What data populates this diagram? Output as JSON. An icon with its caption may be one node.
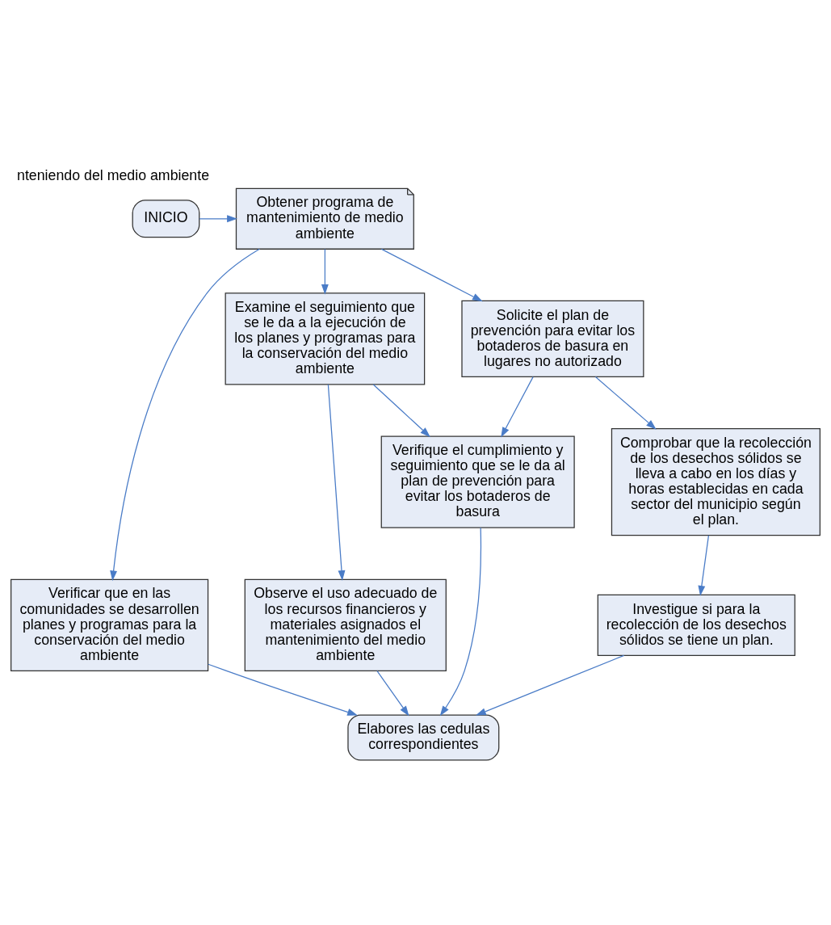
{
  "diagram": {
    "title": "nteniendo del medio ambiente",
    "nodes": [
      {
        "text": [
          "INICIO"
        ]
      },
      {
        "text": [
          "Obtener programa de mantenimiento de medio ambiente"
        ]
      },
      {
        "text": [
          "Verificar que en las comunidades se desarrollen planes y programas para la conservación del medio ambiente"
        ]
      },
      {
        "text": [
          "Examine el seguimiento que se le da a la ejecución de los planes y programas para la conservación del medio ambiente"
        ]
      },
      {
        "text": [
          "Solicite el plan de prevención para evitar los botaderos de basura en lugares no autorizado"
        ]
      },
      {
        "text": [
          "Comprobar que la recolección de los desechos sólidos se lleva a cabo en los días y horas establecidas en cada sector del municipio según el plan."
        ]
      },
      {
        "text": [
          "Observe el uso adecuado de los recursos financieros y materiales asignados el mantenimiento del medio ambiente"
        ]
      },
      {
        "text": [
          "Verifique el cumplimiento y seguimiento que se le da al plan de prevención para evitar los botaderos de basura"
        ]
      },
      {
        "text": [
          "Investigue si para la recolección de los desechos sólidos se tiene un plan."
        ]
      },
      {
        "text": [
          "Elabores las cedulas correspondientes"
        ]
      }
    ],
    "edges": [
      {
        "from": 0,
        "to": 1,
        "arrow": "to"
      },
      {
        "from": 1,
        "to": 2,
        "arrow": "to"
      },
      {
        "from": 1,
        "to": 3,
        "arrow": "to"
      },
      {
        "from": 1,
        "to": 4,
        "arrow": "to"
      },
      {
        "from": 3,
        "to": 6,
        "arrow": "to"
      },
      {
        "from": 3,
        "to": 7,
        "arrow": "to"
      },
      {
        "from": 4,
        "to": 5,
        "arrow": "to"
      },
      {
        "from": 4,
        "to": 7,
        "arrow": "to"
      },
      {
        "from": 5,
        "to": 8,
        "arrow": "to"
      },
      {
        "from": 2,
        "to": 9,
        "arrow": "to"
      },
      {
        "from": 6,
        "to": 9,
        "arrow": "to"
      },
      {
        "from": 7,
        "to": 9,
        "arrow": "to"
      },
      {
        "from": 8,
        "to": 9,
        "arrow": "to"
      }
    ]
  }
}
